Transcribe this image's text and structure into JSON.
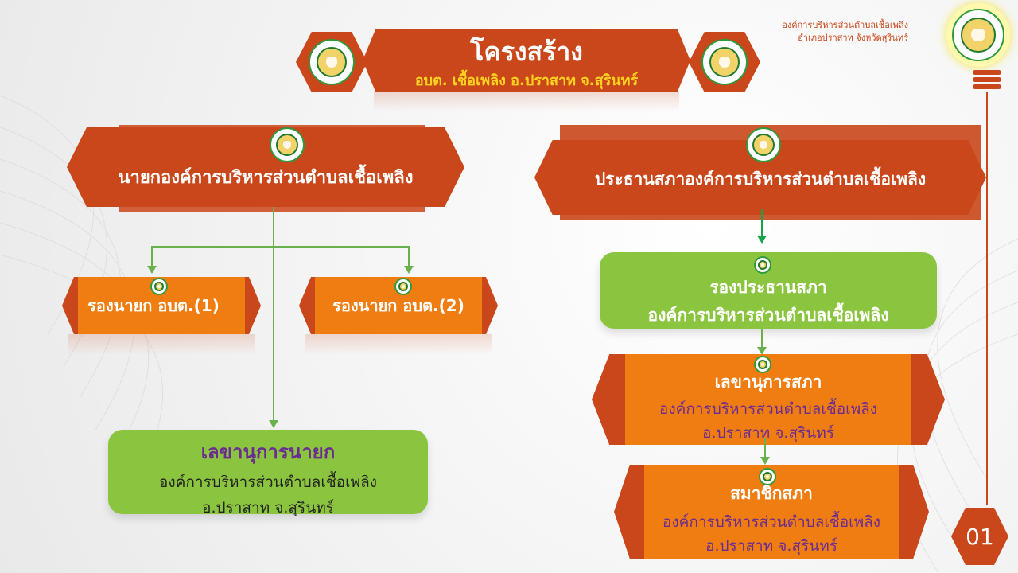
{
  "header": {
    "title": "โครงสร้าง",
    "subtitle": "อบต. เชื้อเพลิง อ.ปราสาท จ.สุรินทร์",
    "org_line1": "องค์การบริหารส่วนตำบลเชื้อเพลิง",
    "org_line2": "อำเภอปราสาท จังหวัดสุรินทร์"
  },
  "left": {
    "chief": "นายกองค์การบริหารส่วนตำบลเชื้อเพลิง",
    "deputy1": "รองนายก อบต.(1)",
    "deputy2": "รองนายก อบต.(2)",
    "secretary_title": "เลขานุการนายก",
    "secretary_line1": "องค์การบริหารส่วนตำบลเชื้อเพลิง",
    "secretary_line2": "อ.ปราสาท จ.สุรินทร์"
  },
  "right": {
    "chair": "ประธานสภาองค์การบริหารส่วนตำบลเชื้อเพลิง",
    "vice_line1": "รองประธานสภา",
    "vice_line2": "องค์การบริหารส่วนตำบลเชื้อเพลิง",
    "sec_title": "เลขานุการสภา",
    "sec_line1": "องค์การบริหารส่วนตำบลเชื้อเพลิง",
    "sec_line2": "อ.ปราสาท จ.สุรินทร์",
    "member_title": "สมาชิกสภา",
    "member_line1": "องค์การบริหารส่วนตำบลเชื้อเพลิง",
    "member_line2": "อ.ปราสาท จ.สุรินทร์"
  },
  "page_number": "01",
  "colors": {
    "dark_orange": "#c9471a",
    "orange": "#f07d12",
    "green": "#8bc53f",
    "purple": "#6a2c91",
    "yellow": "#ffd21f"
  },
  "icons": [
    "emblem-icon",
    "menu-icon"
  ]
}
